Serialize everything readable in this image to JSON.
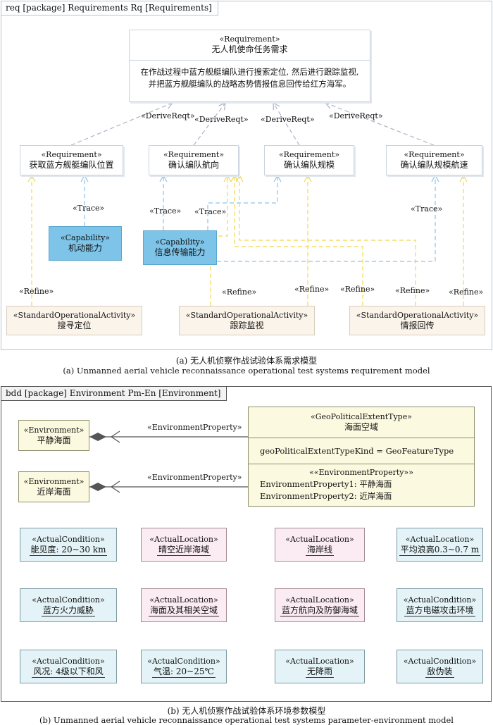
{
  "req_diagram": {
    "frame_title": "req [package] Requirements Rq [Requirements]",
    "main_req": {
      "stereotype": "«Requirement»",
      "name": "无人机使命任务需求",
      "text_line1": "在作战过程中蓝方舰艇编队进行搜索定位, 然后进行跟踪监视,",
      "text_line2": "并把蓝方舰艇编队的战略态势情报信息回传给红方海军。"
    },
    "sub_reqs": [
      {
        "stereotype": "«Requirement»",
        "name": "获取蓝方舰艇编队位置"
      },
      {
        "stereotype": "«Requirement»",
        "name": "确认编队航向"
      },
      {
        "stereotype": "«Requirement»",
        "name": "确认编队规模"
      },
      {
        "stereotype": "«Requirement»",
        "name": "确认编队规模航速"
      }
    ],
    "capabilities": [
      {
        "stereotype": "«Capability»",
        "name": "机动能力"
      },
      {
        "stereotype": "«Capability»",
        "name": "信息传输能力"
      }
    ],
    "activities": [
      {
        "stereotype": "«StandardOperationalActivity»",
        "name": "搜寻定位"
      },
      {
        "stereotype": "«StandardOperationalActivity»",
        "name": "跟踪监视"
      },
      {
        "stereotype": "«StandardOperationalActivity»",
        "name": "情报回传"
      }
    ],
    "derive_label": "«DeriveReqt»",
    "trace_label": "«Trace»",
    "refine_label": "«Refine»",
    "caption_cn": "(a) 无人机侦察作战试验体系需求模型",
    "caption_en": "(a) Unmanned aerial vehicle reconnaissance operational test systems requirement model"
  },
  "env_diagram": {
    "frame_title": "bdd [package] Environment Pm-En [Environment]",
    "environments": [
      {
        "stereotype": "«Environment»",
        "name": "平静海面"
      },
      {
        "stereotype": "«Environment»",
        "name": "近岸海面"
      }
    ],
    "assoc_label": "«EnvironmentProperty»",
    "geo": {
      "stereotype": "«GeoPoliticalExtentType»",
      "name": "海面空域",
      "attribute": "geoPoliticalExtentTypeKind = GeoFeatureType",
      "section_stereotype": "««EnvironmentProperty»»",
      "prop1": "EnvironmentProperty1: 平静海面",
      "prop2": "EnvironmentProperty2: 近岸海面"
    },
    "grid": [
      {
        "stereotype": "«ActualCondition»",
        "name": "能见度: 20~30 km",
        "kind": "cond"
      },
      {
        "stereotype": "«ActualLocation»",
        "name": "晴空近岸海域",
        "kind": "loc"
      },
      {
        "stereotype": "«ActualLocation»",
        "name": "海岸线",
        "kind": "loc"
      },
      {
        "stereotype": "«ActualLocation»",
        "name": "平均浪高0.3~0.7 m",
        "kind": "cond"
      },
      {
        "stereotype": "«ActualCondition»",
        "name": "蓝方火力威胁",
        "kind": "cond"
      },
      {
        "stereotype": "«ActualLocation»",
        "name": "海面及其相关空域",
        "kind": "loc"
      },
      {
        "stereotype": "«ActualLocation»",
        "name": "蓝方航向及防御海域",
        "kind": "loc"
      },
      {
        "stereotype": "«ActualCondition»",
        "name": "蓝方电磁攻击环境",
        "kind": "cond"
      },
      {
        "stereotype": "«ActualCondition»",
        "name": "风况: 4级以下和风",
        "kind": "cond"
      },
      {
        "stereotype": "«ActualCondition»",
        "name": "气温: 20~25℃",
        "kind": "cond"
      },
      {
        "stereotype": "«ActualLocation»",
        "name": "无降雨",
        "kind": "cond"
      },
      {
        "stereotype": "«ActualCondition»",
        "name": "敌伪装",
        "kind": "cond"
      }
    ],
    "caption_cn": "(b) 无人机侦察作战试验体系环境参数模型",
    "caption_en": "(b) Unmanned aerial vehicle reconnaissance operational test systems parameter-environment model"
  }
}
